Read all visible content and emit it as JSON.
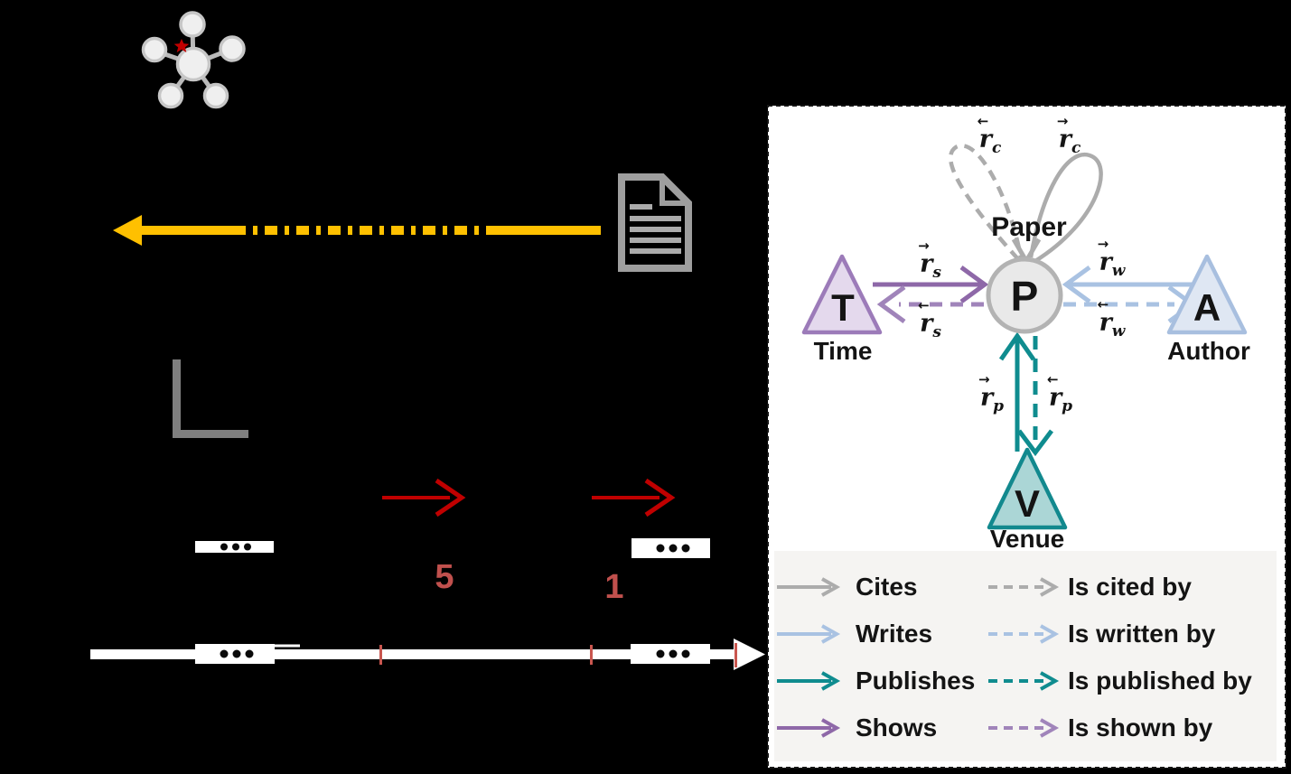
{
  "figure": {
    "counts": {
      "first": "5",
      "second": "1"
    },
    "icons": {
      "graph": "knowledge-graph-icon",
      "star": "highlight-star-icon",
      "prediction_arrow": "prediction-arrow-icon",
      "document": "document-icon",
      "axis": "axis-icon",
      "timeline": "timeline-arrow-icon",
      "ellipsis_bars": "ellipsis-bar-icon"
    }
  },
  "schema": {
    "nodes": {
      "paper": {
        "label": "Paper",
        "symbol": "P"
      },
      "time": {
        "label": "Time",
        "symbol": "T"
      },
      "author": {
        "label": "Author",
        "symbol": "A"
      },
      "venue": {
        "label": "Venue",
        "symbol": "V"
      }
    },
    "relations": {
      "cites_fwd": {
        "base": "r",
        "arrow": "→",
        "sub": "c"
      },
      "cites_inv": {
        "base": "r",
        "arrow": "←",
        "sub": "c"
      },
      "shows_fwd": {
        "base": "r",
        "arrow": "→",
        "sub": "s"
      },
      "shows_inv": {
        "base": "r",
        "arrow": "←",
        "sub": "s"
      },
      "writes_fwd": {
        "base": "r",
        "arrow": "→",
        "sub": "w"
      },
      "writes_inv": {
        "base": "r",
        "arrow": "←",
        "sub": "w"
      },
      "publishes_fwd": {
        "base": "r",
        "arrow": "→",
        "sub": "p"
      },
      "publishes_inv": {
        "base": "r",
        "arrow": "←",
        "sub": "p"
      }
    },
    "legend": {
      "rows": [
        {
          "solid_label": "Cites",
          "dashed_label": "Is cited by",
          "color": "#ACACAC"
        },
        {
          "solid_label": "Writes",
          "dashed_label": "Is written by",
          "color": "#A9C2E2"
        },
        {
          "solid_label": "Publishes",
          "dashed_label": "Is published by",
          "color": "#0F8C8F"
        },
        {
          "solid_label": "Shows",
          "dashed_label": "Is shown by",
          "color": "#8E68A8"
        }
      ]
    }
  },
  "colors": {
    "background": "#000000",
    "accent_yellow": "#FFC000",
    "bright_red": "#C00000",
    "muted_red": "#C0504D",
    "gray": "#ACACAC",
    "blue": "#A9C2E2",
    "teal": "#0F8C8F",
    "purple": "#8E68A8",
    "purple_dashed": "#A084BA",
    "panel_bg": "#FFFFFF",
    "legend_bg": "#F5F4F2"
  }
}
